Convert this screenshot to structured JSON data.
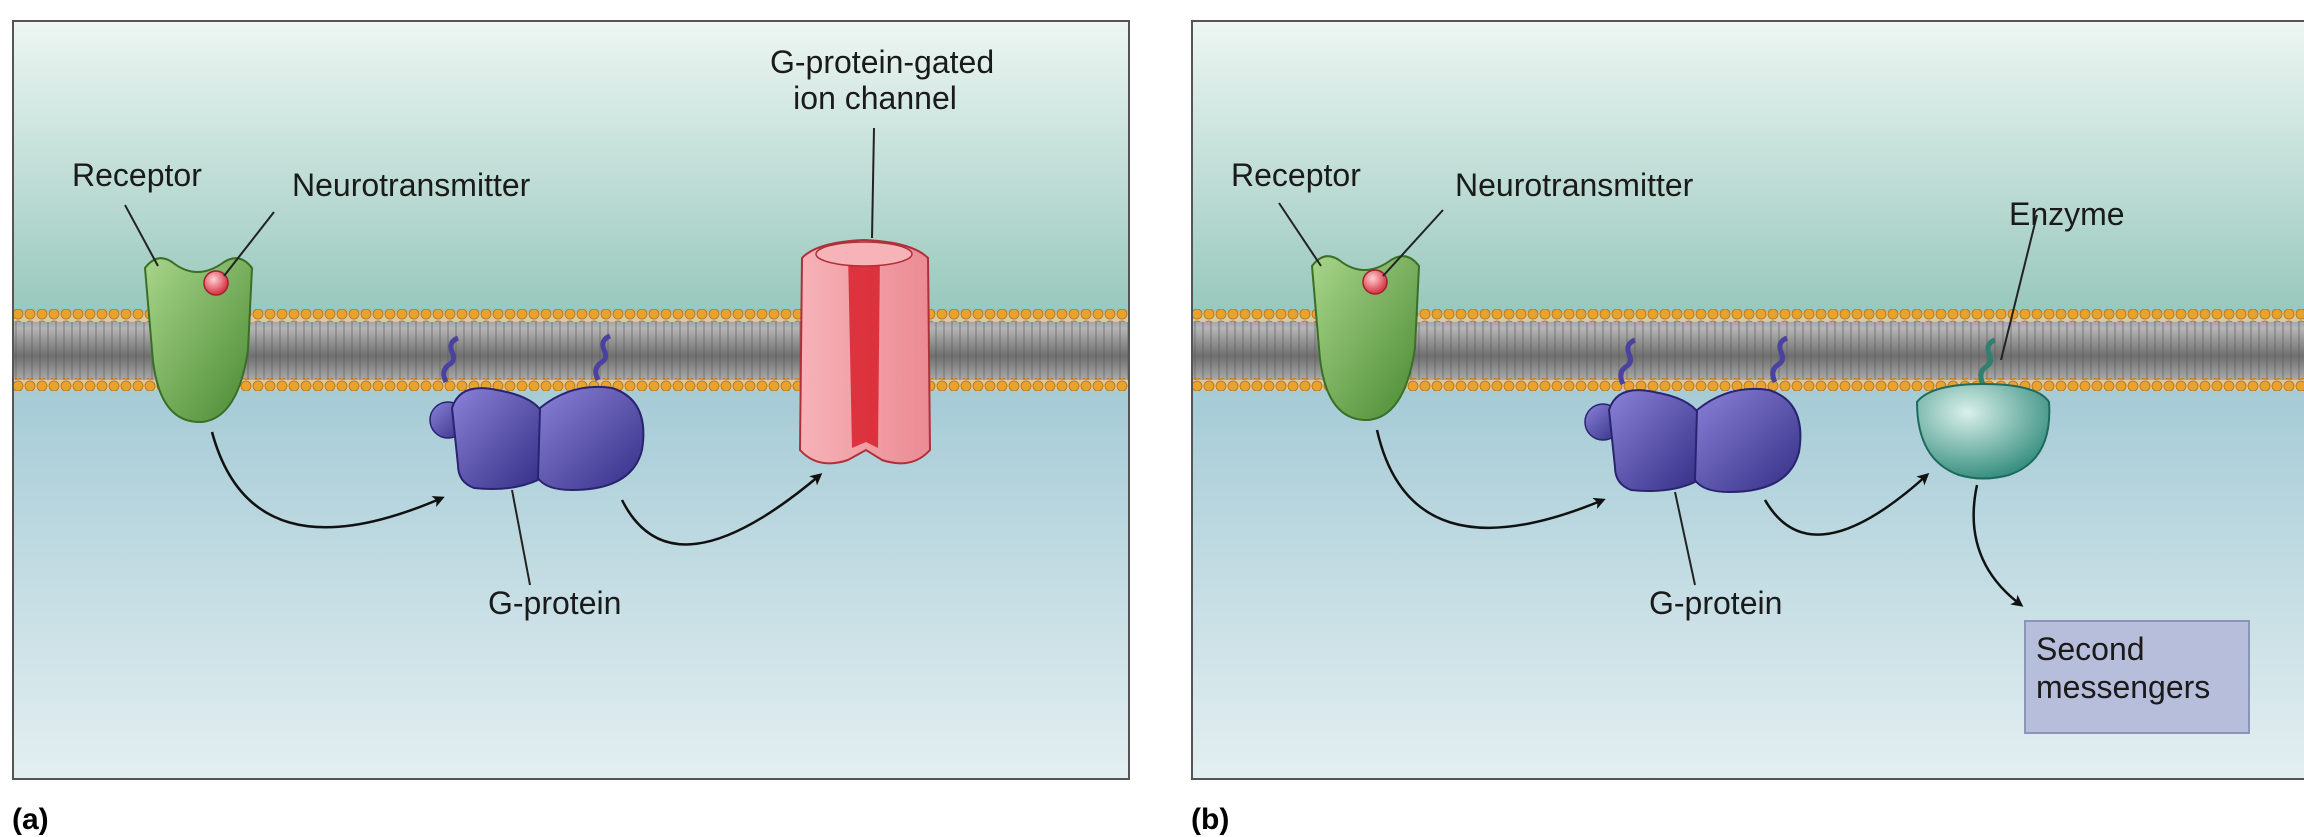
{
  "panels": [
    {
      "letter": "(a)",
      "labels": {
        "receptor": "Receptor",
        "neurotransmitter": "Neurotransmitter",
        "channel_line1": "G-protein-gated",
        "channel_line2": "ion channel",
        "g_protein": "G-protein"
      }
    },
    {
      "letter": "(b)",
      "labels": {
        "receptor": "Receptor",
        "neurotransmitter": "Neurotransmitter",
        "enzyme": "Enzyme",
        "g_protein": "G-protein",
        "second_messengers_line1": "Second",
        "second_messengers_line2": "messengers"
      }
    }
  ],
  "colors": {
    "extracellular_top": "#e8f2ee",
    "extracellular_bottom": "#9ccac0",
    "intracellular_top": "#a7cdd6",
    "intracellular_bottom": "#e2eef0",
    "membrane_head": "#e7a230",
    "membrane_tail": "#8a8a8a",
    "receptor": "#6aa84a",
    "neurotransmitter": "#e8505a",
    "g_protein": "#4b42a0",
    "ion_channel": "#f08c95",
    "ion_channel_core": "#d8202c",
    "enzyme": "#3e9e8e",
    "second_messenger_box": "#b6bedb"
  }
}
